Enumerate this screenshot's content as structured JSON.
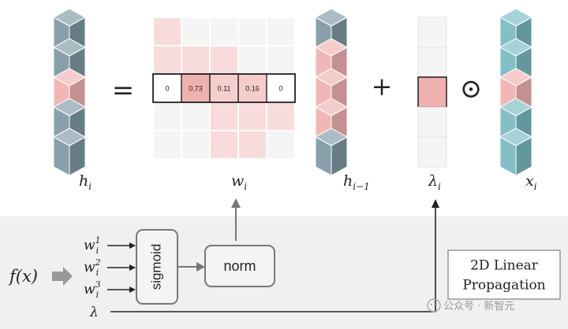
{
  "equation": {
    "equals_symbol": "=",
    "plus_symbol": "+",
    "odot_symbol": "⊙",
    "h_i": {
      "base": "h",
      "sub": "i"
    },
    "w_i": {
      "base": "w",
      "sub": "i"
    },
    "h_prev": {
      "base": "h",
      "sub": "i−1"
    },
    "lambda_i": {
      "base": "λ",
      "sub": "i"
    },
    "x_i": {
      "base": "x",
      "sub": "i"
    }
  },
  "weight_row": [
    "0",
    "0.73",
    "0.11",
    "0.16",
    "0"
  ],
  "pipeline": {
    "fx_label": "f(x)",
    "inputs": [
      {
        "base": "w",
        "sup": "1",
        "sub": "i"
      },
      {
        "base": "w",
        "sup": "2",
        "sub": "i"
      },
      {
        "base": "w",
        "sup": "3",
        "sub": "i"
      }
    ],
    "lambda_label": "λ",
    "sigmoid_label": "sigmoid",
    "norm_label": "norm",
    "method_line1": "2D Linear",
    "method_line2": "Propagation"
  },
  "watermark": "公众号 · 新智元",
  "colors": {
    "pink": "#efb1b0",
    "pink_light": "#f8dcdc",
    "slate": "#7e98a4",
    "teal": "#78b9c0",
    "grid_line": "#e4e4e4",
    "panel_bg": "#f0f0f0"
  }
}
